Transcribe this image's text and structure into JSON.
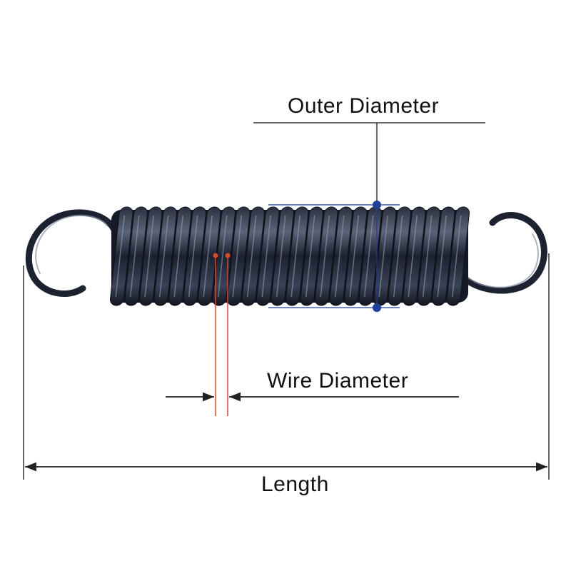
{
  "labels": {
    "outer_diameter": "Outer Diameter",
    "wire_diameter": "Wire Diameter",
    "length": "Length"
  },
  "colors": {
    "background": "#ffffff",
    "spring_steel": "#1c2230",
    "spring_highlight": "#8a93a6",
    "dimension_line": "#333333",
    "wire_marker": "#d24a2a",
    "outer_marker": "#1f3f9a"
  },
  "icons": {
    "dimension_arrow": "arrowhead",
    "marker_dot": "dot"
  }
}
